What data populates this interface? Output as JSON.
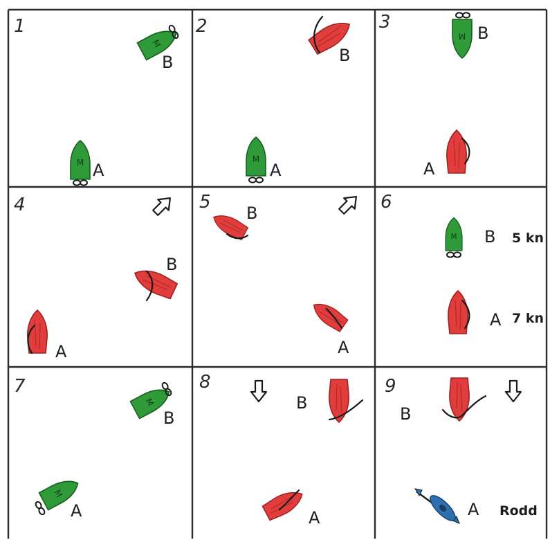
{
  "colors": {
    "motorboat_green": "#2e9a38",
    "sailboat_red": "#e23d3d",
    "kayak_blue": "#2f6fb0",
    "ink": "#1e1e1e"
  },
  "panels": [
    {
      "number": "1",
      "labels": {
        "A": "A",
        "B": "B"
      }
    },
    {
      "number": "2",
      "labels": {
        "A": "A",
        "B": "B"
      }
    },
    {
      "number": "3",
      "labels": {
        "A": "A",
        "B": "B"
      }
    },
    {
      "number": "4",
      "labels": {
        "A": "A",
        "B": "B"
      }
    },
    {
      "number": "5",
      "labels": {
        "A": "A",
        "B": "B"
      }
    },
    {
      "number": "6",
      "labels": {
        "A": "A",
        "B": "B"
      },
      "speed_a": "7 kn",
      "speed_b": "5 kn"
    },
    {
      "number": "7",
      "labels": {
        "A": "A",
        "B": "B"
      }
    },
    {
      "number": "8",
      "labels": {
        "A": "A",
        "B": "B"
      }
    },
    {
      "number": "9",
      "labels": {
        "A": "A",
        "B": "B"
      },
      "note_a": "Rodd"
    }
  ],
  "motor_mark": "M",
  "icons": [
    "motorboat-icon",
    "sailboat-icon",
    "kayak-icon",
    "wind-arrow-icon",
    "propeller-icon"
  ]
}
